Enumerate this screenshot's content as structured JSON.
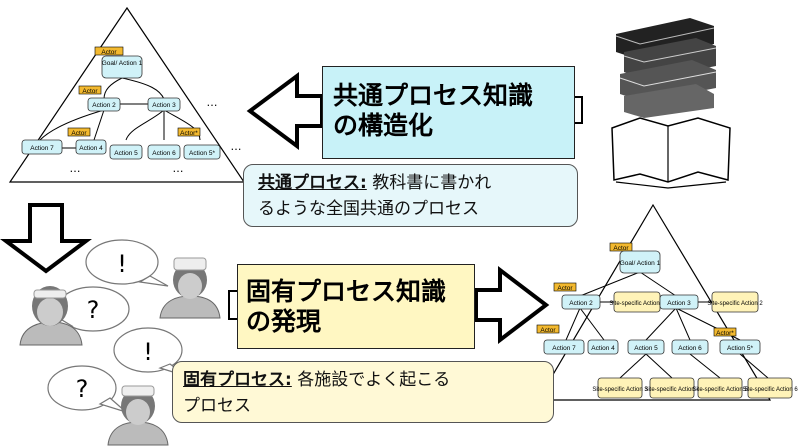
{
  "common_pyramid": {
    "actor_tags": [
      "Actor",
      "Actor",
      "Actor",
      "Actor*"
    ],
    "nodes": {
      "goal": "Goal/ Action 1",
      "a2": "Action 2",
      "a3": "Action 3",
      "a4": "Action 4",
      "a5": "Action 5",
      "a6": "Action 6",
      "a5s": "Action 5*",
      "a7": "Action 7"
    },
    "ellipsis": "…"
  },
  "common_callout": {
    "title_line1": "共通プロセス知識",
    "title_line2": "の構造化"
  },
  "common_caption": {
    "term": "共通プロセス:",
    "text_line1": " 教科書に書かれ",
    "text_line2": "るような全国共通のプロセス"
  },
  "specific_callout": {
    "title_line1": "固有プロセス知識",
    "title_line2": "の発現"
  },
  "specific_caption": {
    "term": "固有プロセス:",
    "text_line1": " 各施設でよく起こる",
    "text_line2": "プロセス"
  },
  "speech_marks": [
    "!",
    "?",
    "!",
    "?"
  ],
  "specific_pyramid": {
    "actor_tags": [
      "Actor",
      "Actor",
      "Actor",
      "Actor*"
    ],
    "nodes": {
      "goal": "Goal/ Action 1",
      "a2": "Action 2",
      "ss1": "Site-specific Action 1",
      "a3": "Action 3",
      "ss2": "Site-specific Action 2",
      "a7": "Action 7",
      "a4": "Action 4",
      "a5": "Action 5",
      "a6": "Action 6",
      "a5s": "Action 5*",
      "ss3": "Site-specific Action 3",
      "ss4": "Site-specific Action 4",
      "ss5": "Site-specific Action 5",
      "ss6": "Site-specific Action 6"
    }
  },
  "colors": {
    "cyan_box": "#c8f2f8",
    "yellow_box": "#fff7c2",
    "actor_tag": "#f3b92f",
    "node_fill": "#d0f2f8",
    "site_fill": "#fff3b8"
  }
}
